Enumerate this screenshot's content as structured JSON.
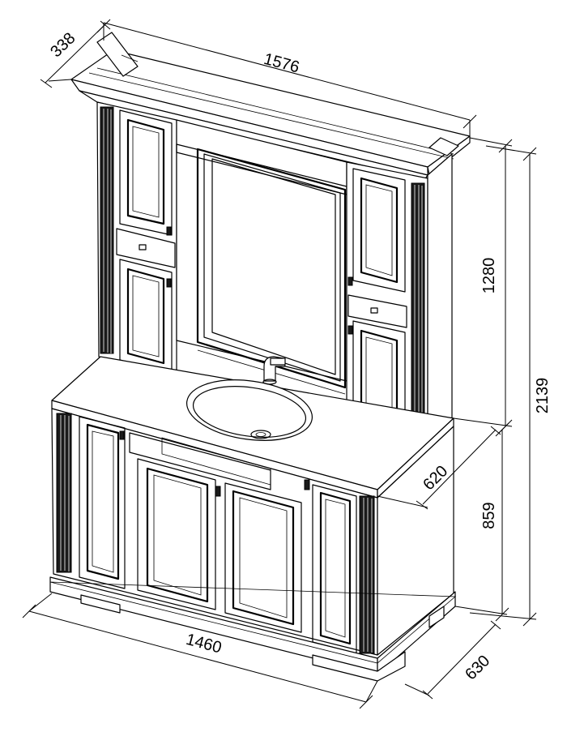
{
  "dimensions": {
    "width_top": "1576",
    "depth_top": "338",
    "height_upper": "1280",
    "height_total": "2139",
    "depth_counter": "620",
    "height_lower": "859",
    "width_bottom": "1460",
    "depth_bottom": "630"
  }
}
